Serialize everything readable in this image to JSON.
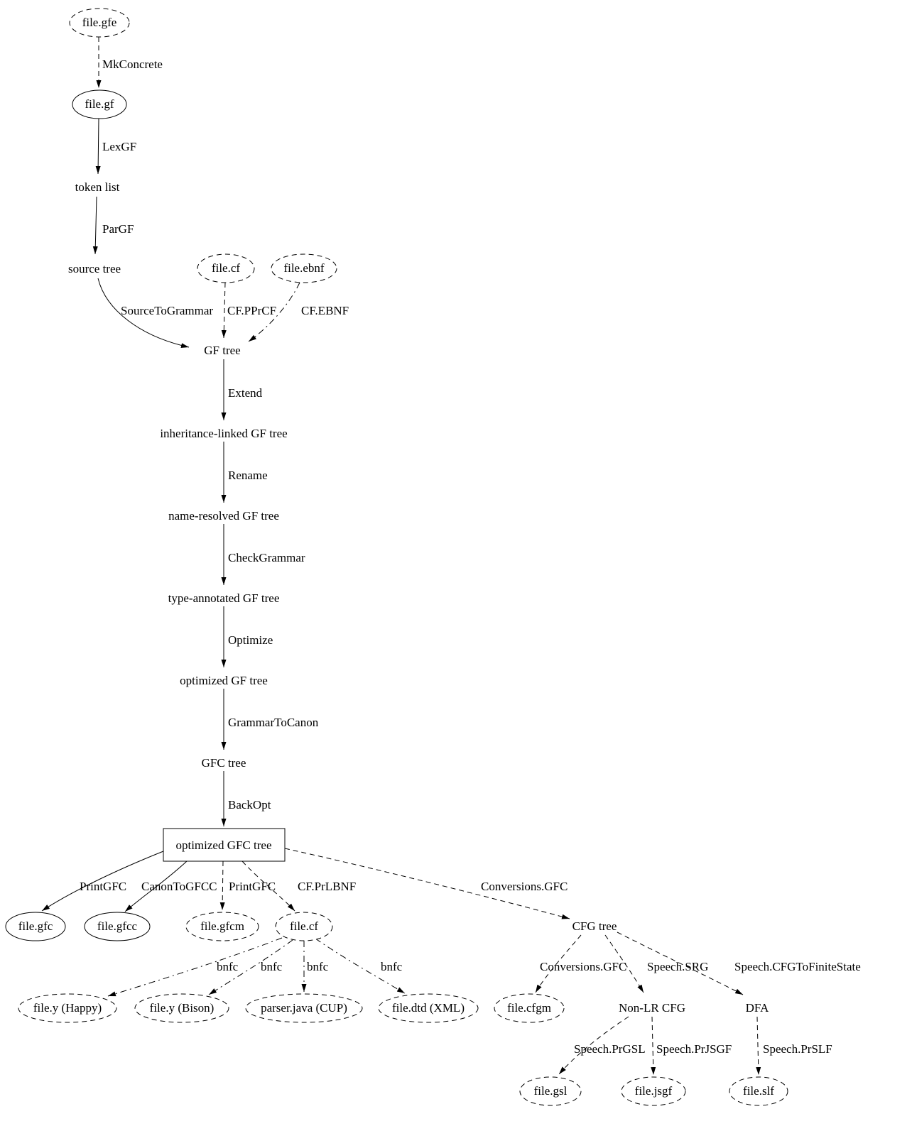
{
  "diagram": {
    "title": "GF compiler pipeline graph",
    "nodes": {
      "file_gfe": "file.gfe",
      "file_gf": "file.gf",
      "token_list": "token list",
      "source_tree": "source tree",
      "file_cf_in": "file.cf",
      "file_ebnf": "file.ebnf",
      "gf_tree": "GF tree",
      "inheritance_linked_gf_tree": "inheritance-linked GF tree",
      "name_resolved_gf_tree": "name-resolved GF tree",
      "type_annotated_gf_tree": "type-annotated GF tree",
      "optimized_gf_tree": "optimized GF tree",
      "gfc_tree": "GFC tree",
      "optimized_gfc_tree": "optimized GFC tree",
      "file_gfc": "file.gfc",
      "file_gfcc": "file.gfcc",
      "file_gfcm": "file.gfcm",
      "file_cf_out": "file.cf",
      "cfg_tree": "CFG tree",
      "file_y_happy": "file.y (Happy)",
      "file_y_bison": "file.y (Bison)",
      "parser_java_cup": "parser.java (CUP)",
      "file_dtd_xml": "file.dtd (XML)",
      "file_cfgm": "file.cfgm",
      "non_lr_cfg": "Non-LR CFG",
      "dfa": "DFA",
      "file_gsl": "file.gsl",
      "file_jsgf": "file.jsgf",
      "file_slf": "file.slf"
    },
    "edges": {
      "mkconcrete": "MkConcrete",
      "lexgf": "LexGF",
      "pargf": "ParGF",
      "sourcetogrammar": "SourceToGrammar",
      "cf_pprcf": "CF.PPrCF",
      "cf_ebnf": "CF.EBNF",
      "extend": "Extend",
      "rename": "Rename",
      "checkgrammar": "CheckGrammar",
      "optimize": "Optimize",
      "grammartocanon": "GrammarToCanon",
      "backopt": "BackOpt",
      "printgfc_1": "PrintGFC",
      "canontogfcc": "CanonToGFCC",
      "printgfc_2": "PrintGFC",
      "cf_prlbnf": "CF.PrLBNF",
      "conversions_gfc_1": "Conversions.GFC",
      "bnfc_1": "bnfc",
      "bnfc_2": "bnfc",
      "bnfc_3": "bnfc",
      "bnfc_4": "bnfc",
      "conversions_gfc_2": "Conversions.GFC",
      "speech_srg": "Speech.SRG",
      "speech_cfgtofinitestate": "Speech.CFGToFiniteState",
      "speech_prgsl": "Speech.PrGSL",
      "speech_prjsgf": "Speech.PrJSGF",
      "speech_prslf": "Speech.PrSLF"
    }
  }
}
